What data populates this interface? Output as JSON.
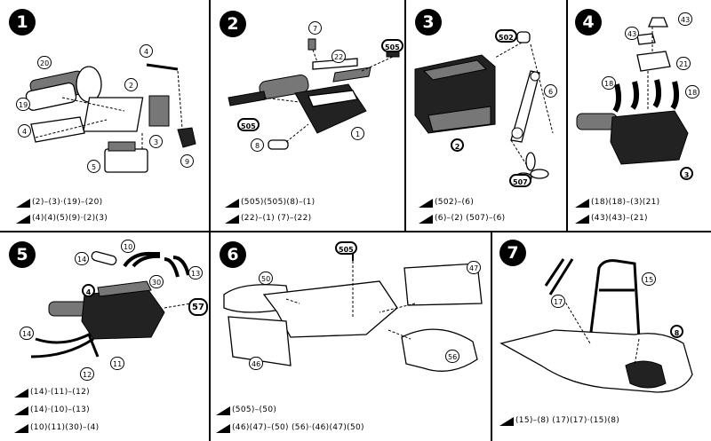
{
  "panels": [
    {
      "step": "1",
      "callouts": [
        "20",
        "19",
        "4",
        "2",
        "4",
        "3",
        "5",
        "9"
      ],
      "instructions": [
        "(2)–(3)·(19)–(20)",
        "(4)(4)(5)(9)·(2)(3)"
      ]
    },
    {
      "step": "2",
      "callouts": [
        "7",
        "22",
        "505",
        "505",
        "8",
        "1"
      ],
      "instructions": [
        "(505)(505)(8)–(1)",
        "(22)–(1)  (7)–(22)"
      ]
    },
    {
      "step": "3",
      "callouts": [
        "502",
        "6",
        "2",
        "507"
      ],
      "instructions": [
        "(502)–(6)",
        "(6)–(2)  (507)–(6)"
      ]
    },
    {
      "step": "4",
      "callouts": [
        "43",
        "43",
        "21",
        "18",
        "18",
        "3"
      ],
      "instructions": [
        "(18)(18)–(3)(21)",
        "(43)(43)–(21)"
      ]
    },
    {
      "step": "5",
      "callouts": [
        "14",
        "10",
        "13",
        "30",
        "4",
        "57",
        "14",
        "12",
        "11"
      ],
      "instructions": [
        "(14)·(11)–(12)",
        "(14)·(10)–(13)",
        "(10)(11)(30)–(4)"
      ]
    },
    {
      "step": "6",
      "callouts": [
        "505",
        "50",
        "47",
        "46",
        "56"
      ],
      "instructions": [
        "(505)–(50)",
        "(46)(47)–(50)  (56)·(46)(47)(50)"
      ]
    },
    {
      "step": "7",
      "callouts": [
        "15",
        "17",
        "8"
      ],
      "instructions": [
        "(15)–(8)  (17)(17)·(15)(8)"
      ]
    }
  ]
}
